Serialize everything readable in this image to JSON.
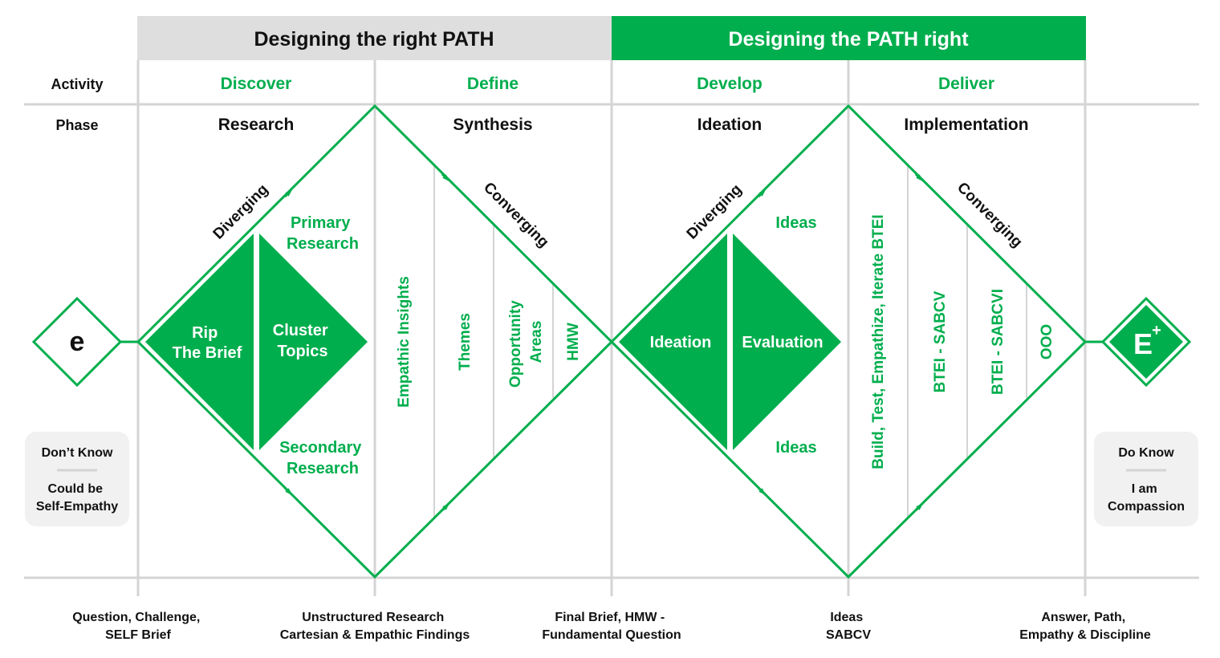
{
  "colors": {
    "green": "#00AE4D",
    "grid": "#D4D4D4",
    "header_grey": "#DEDEDE",
    "text": "#111111",
    "note_bg": "#F1F1F1"
  },
  "headers": {
    "left": "Designing the right PATH",
    "right": "Designing the PATH right"
  },
  "row_labels": {
    "activity": "Activity",
    "phase": "Phase"
  },
  "activities": [
    "Discover",
    "Define",
    "Develop",
    "Deliver"
  ],
  "phases": [
    "Research",
    "Synthesis",
    "Ideation",
    "Implementation"
  ],
  "diamond1": {
    "diverging": "Diverging",
    "converging": "Converging",
    "primary": [
      "Primary",
      "Research"
    ],
    "secondary": [
      "Secondary",
      "Research"
    ],
    "rip": [
      "Rip",
      "The Brief"
    ],
    "cluster": [
      "Cluster",
      "Topics"
    ],
    "columns": [
      "Empathic Insights",
      "Themes",
      "Opportunity",
      "Areas",
      "HMW"
    ]
  },
  "diamond2": {
    "diverging": "Diverging",
    "converging": "Converging",
    "ideas_top": "Ideas",
    "ideas_bottom": "Ideas",
    "ideation": "Ideation",
    "evaluation": "Evaluation",
    "columns": [
      "Build, Test, Empathize, Iterate BTEI",
      "BTEI - SABCV",
      "BTEI - SABCVI",
      "OOO"
    ]
  },
  "start": {
    "icon_letter": "e",
    "icon": "small-e-icon",
    "note_top": "Don’t Know",
    "note_bottom": [
      "Could be",
      "Self-Empathy"
    ]
  },
  "end": {
    "icon_letter": "E",
    "icon_sup": "+",
    "icon": "capital-e-plus-icon",
    "note_top": "Do Know",
    "note_bottom": [
      "I am",
      "Compassion"
    ]
  },
  "outputs": [
    [
      "Question, Challenge,",
      "SELF Brief"
    ],
    [
      "Unstructured Research",
      "Cartesian & Empathic Findings"
    ],
    [
      "Final Brief, HMW -",
      "Fundamental Question"
    ],
    [
      "Ideas",
      "SABCV"
    ],
    [
      "Answer, Path,",
      "Empathy & Discipline"
    ]
  ]
}
